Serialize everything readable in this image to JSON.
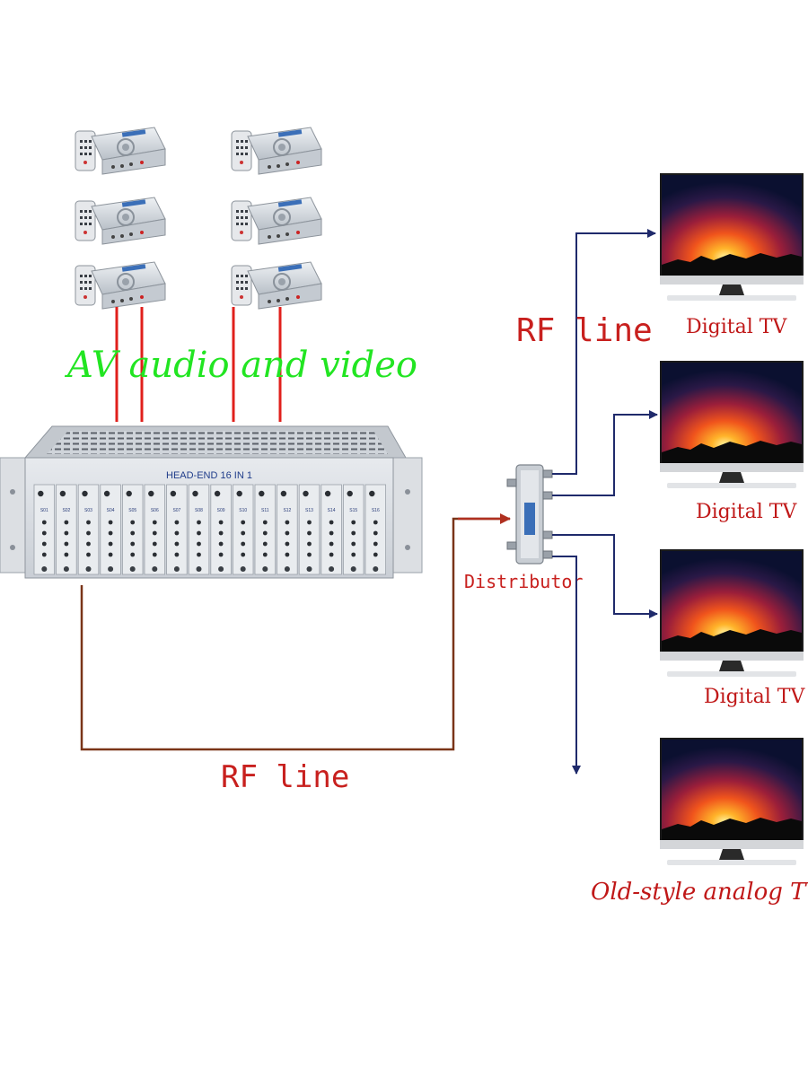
{
  "labels": {
    "av": "AV audio and video",
    "rf_top": "RF line",
    "rf_bottom": "RF line",
    "distributor": "Distributor",
    "headend": "HEAD-END 16 IN 1",
    "tv1": "Digital TV",
    "tv2": "Digital TV",
    "tv3": "Digital TV",
    "tv4": "Old-style analog TV"
  },
  "module_labels": [
    "S01",
    "S02",
    "S03",
    "S04",
    "S05",
    "S06",
    "S07",
    "S08",
    "S09",
    "S10",
    "S11",
    "S12",
    "S13",
    "S14",
    "S15",
    "S16"
  ],
  "colors": {
    "av_text": "#22e522",
    "rf_text": "#c8201e",
    "tv_text": "#c01818",
    "arrow": "#1f2a6b",
    "av_cable": "#e0201c",
    "rf_cable": "#7a3418",
    "chassis": "#d9dde2"
  },
  "icons": {
    "set_top_box": "set-top-box-icon",
    "remote": "remote-icon",
    "tv": "tv-icon",
    "splitter": "splitter-icon"
  }
}
